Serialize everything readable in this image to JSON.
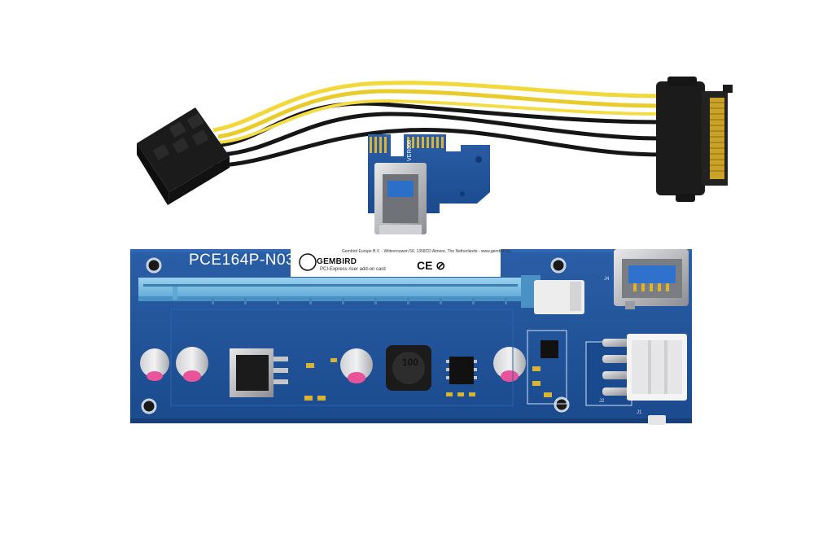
{
  "product": {
    "model_label": "PCE164P-N03",
    "registered_mark": "®",
    "mini_board_code": "VER006",
    "inductor_marking": "100"
  },
  "sticker": {
    "address_line": "Gembird Europe B.V. - Wittevrouwen 56, 1358CD Almere, The Netherlands - www.gembird.eu",
    "brand": "GEMBIRD",
    "product_description": "PCI-Express riser add-on card",
    "certification_marks": "CE ⊘"
  },
  "silkscreen": {
    "usb_connector": "J4",
    "molex_connector": "J2",
    "header": "J1"
  },
  "colors": {
    "pcb_blue": "#1f4f93",
    "slot_blue": "#7fc1e4",
    "yellow_wire": "#f2d83a",
    "black_connector": "#1a1a1a",
    "gold_pins": "#c9a227"
  }
}
